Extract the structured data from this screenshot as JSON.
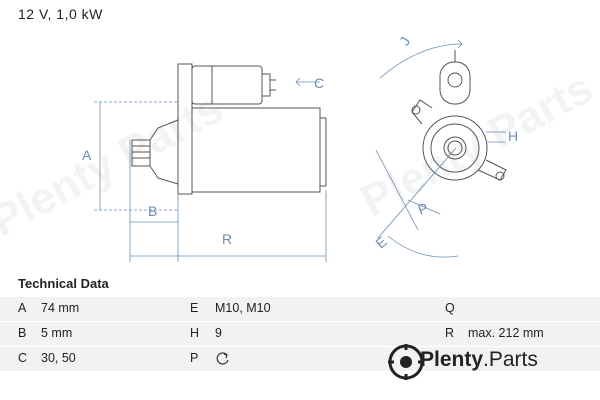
{
  "heading": "12 V, 1,0 kW",
  "dimension_labels": {
    "a": "A",
    "b": "B",
    "r": "R",
    "c": "C",
    "j": "J",
    "h": "H",
    "p": "P",
    "e": "E"
  },
  "technical_data": {
    "title": "Technical Data",
    "rows": [
      {
        "c1": {
          "key": "A",
          "value": "74 mm"
        },
        "c2": {
          "key": "E",
          "value": "M10, M10"
        },
        "c3": {
          "key": "Q",
          "value": ""
        }
      },
      {
        "c1": {
          "key": "B",
          "value": "5 mm"
        },
        "c2": {
          "key": "H",
          "value": "9"
        },
        "c3": {
          "key": "R",
          "value": "max. 212 mm"
        }
      },
      {
        "c1": {
          "key": "C",
          "value": "30, 50"
        },
        "c2": {
          "key": "P",
          "value": ""
        },
        "c3": {
          "key": "",
          "value": ""
        }
      }
    ],
    "p_icon": "rotation-direction-icon"
  },
  "watermark": {
    "text": "Plenty Parts",
    "logo_left": "Plenty",
    "logo_right": "Parts",
    "logo_sep": "."
  }
}
